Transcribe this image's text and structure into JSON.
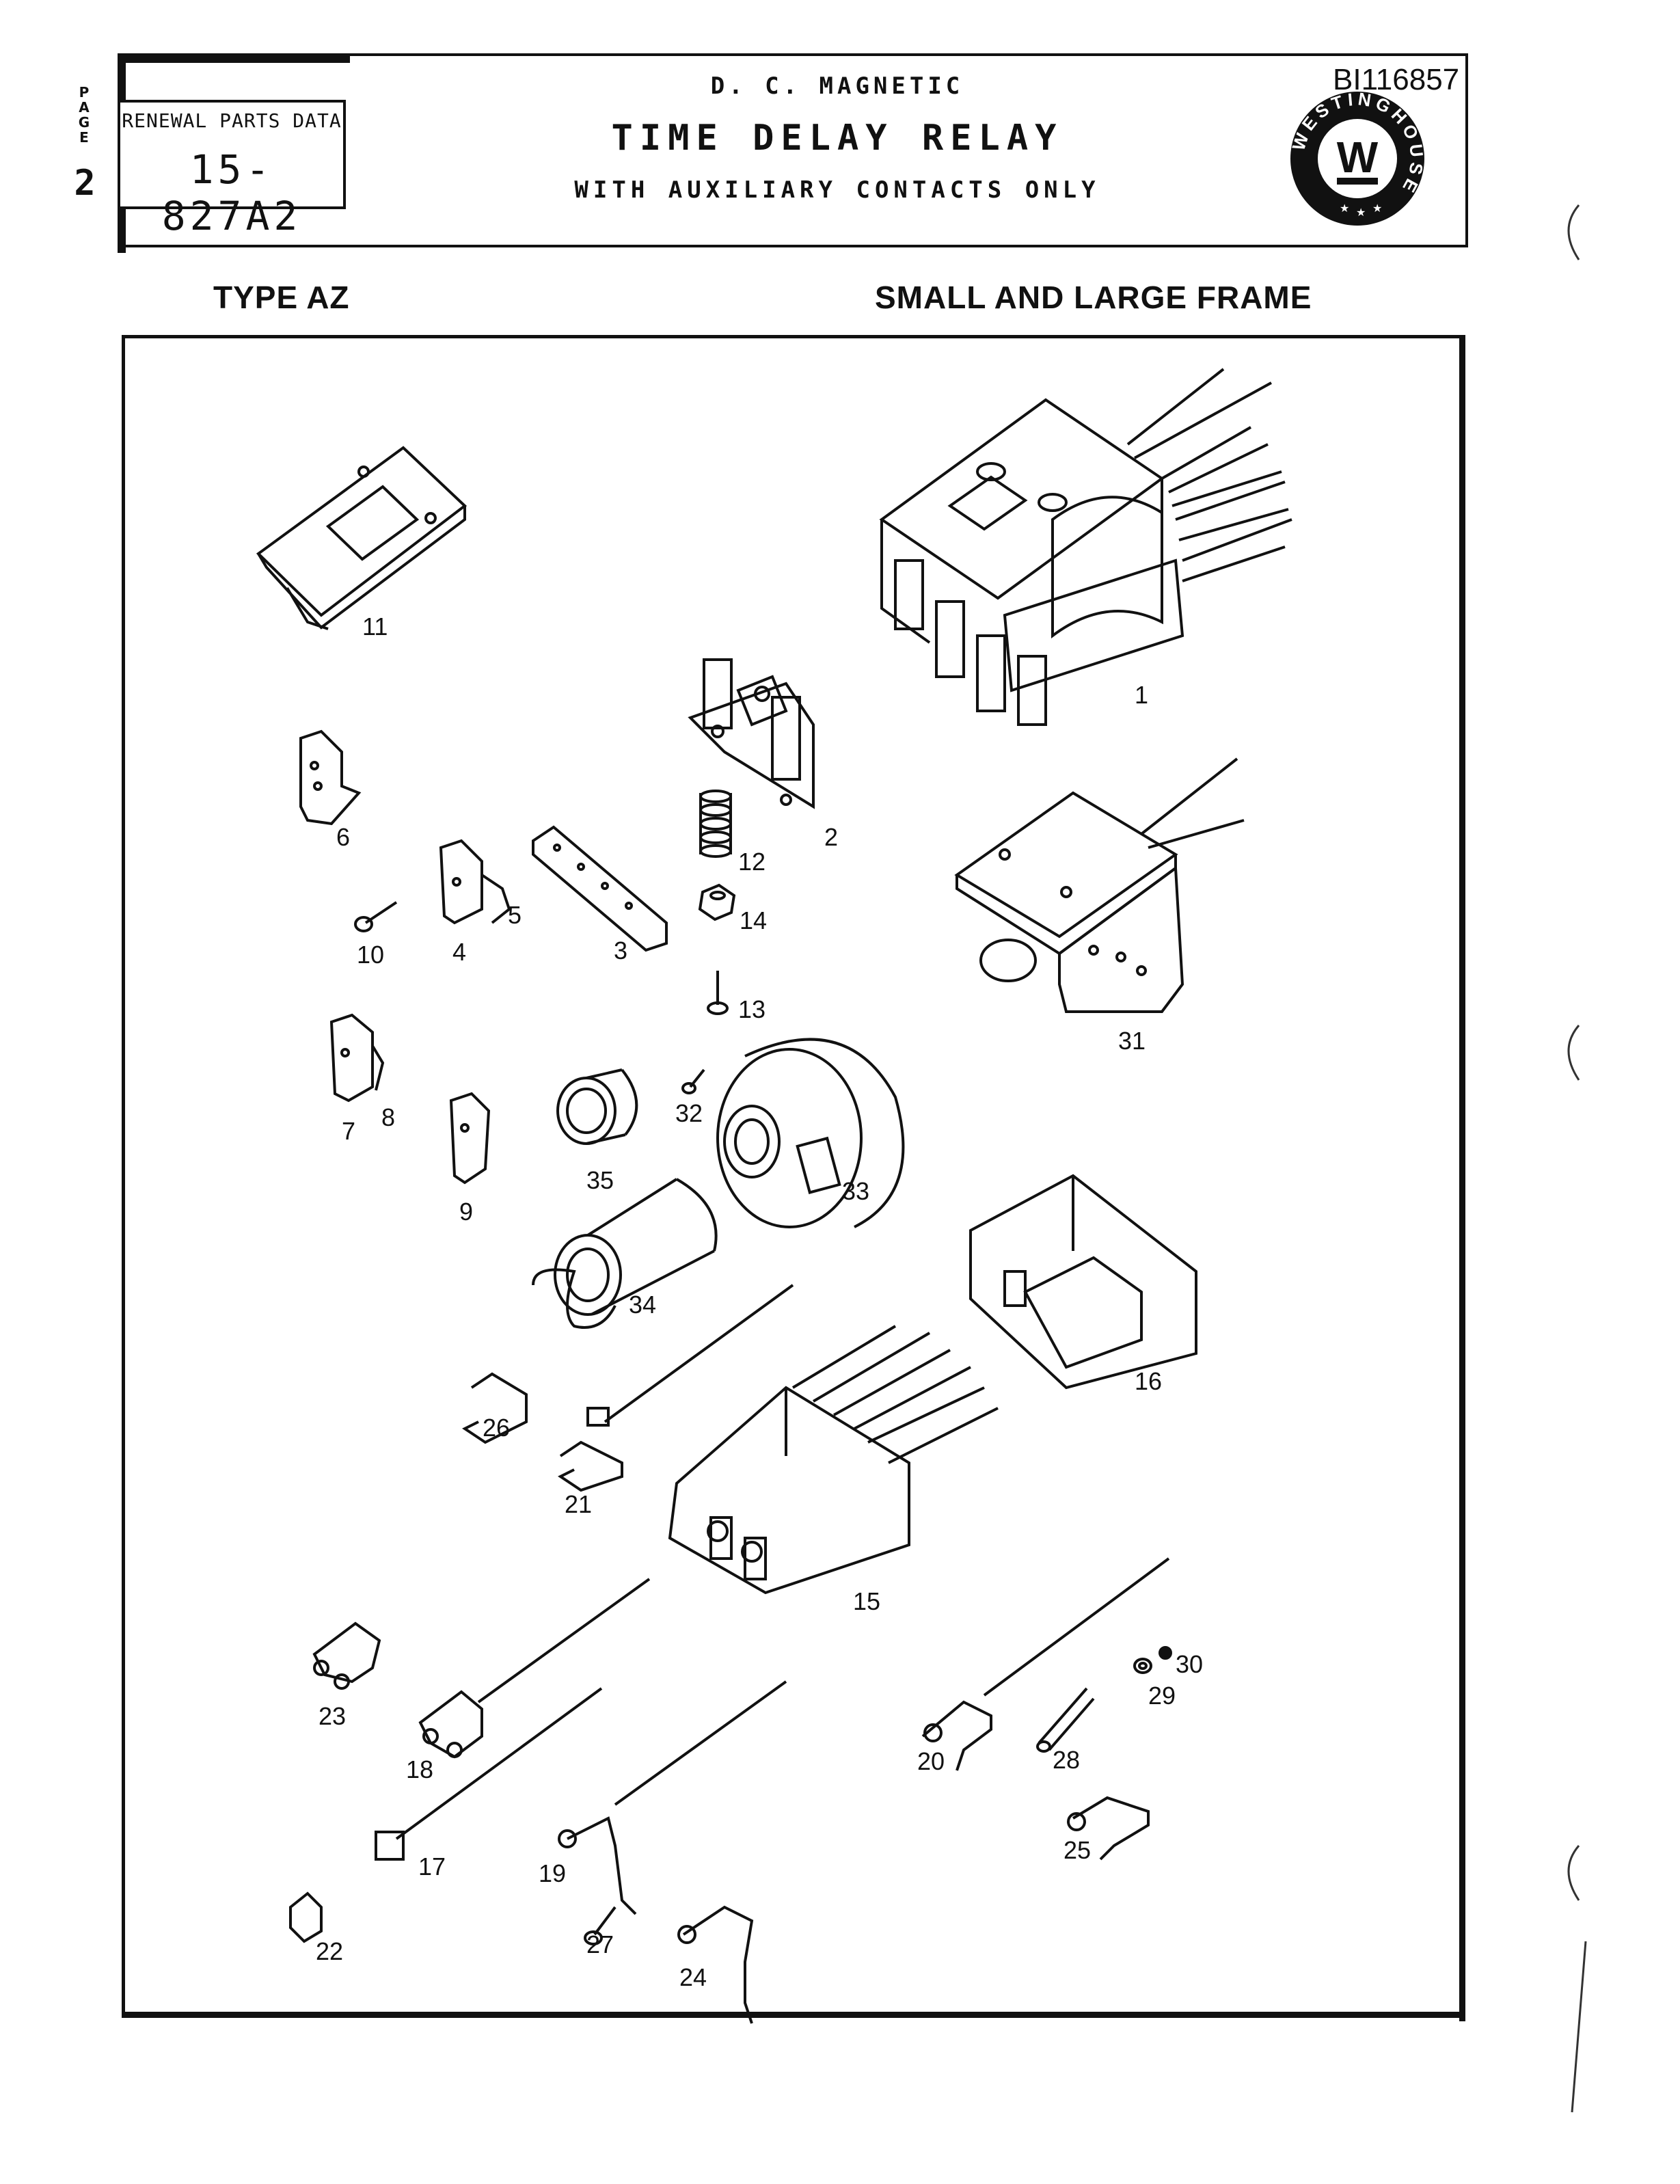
{
  "page_label": "PAGE",
  "page_number": "2",
  "renewal_box": {
    "label": "RENEWAL PARTS DATA",
    "number": "15-827A2"
  },
  "header": {
    "line1": "D. C. MAGNETIC",
    "line2": "TIME DELAY RELAY",
    "line3": "WITH AUXILIARY CONTACTS ONLY",
    "doc_id": "BI116857"
  },
  "logo": {
    "text": "WESTINGHOUSE",
    "letter": "W"
  },
  "subheader": {
    "left": "TYPE AZ",
    "right": "SMALL AND LARGE FRAME"
  },
  "parts": [
    "1",
    "2",
    "3",
    "4",
    "5",
    "6",
    "7",
    "8",
    "9",
    "10",
    "11",
    "12",
    "13",
    "14",
    "15",
    "16",
    "17",
    "18",
    "19",
    "20",
    "21",
    "22",
    "23",
    "24",
    "25",
    "26",
    "27",
    "28",
    "29",
    "30",
    "31",
    "32",
    "33",
    "34",
    "35"
  ]
}
